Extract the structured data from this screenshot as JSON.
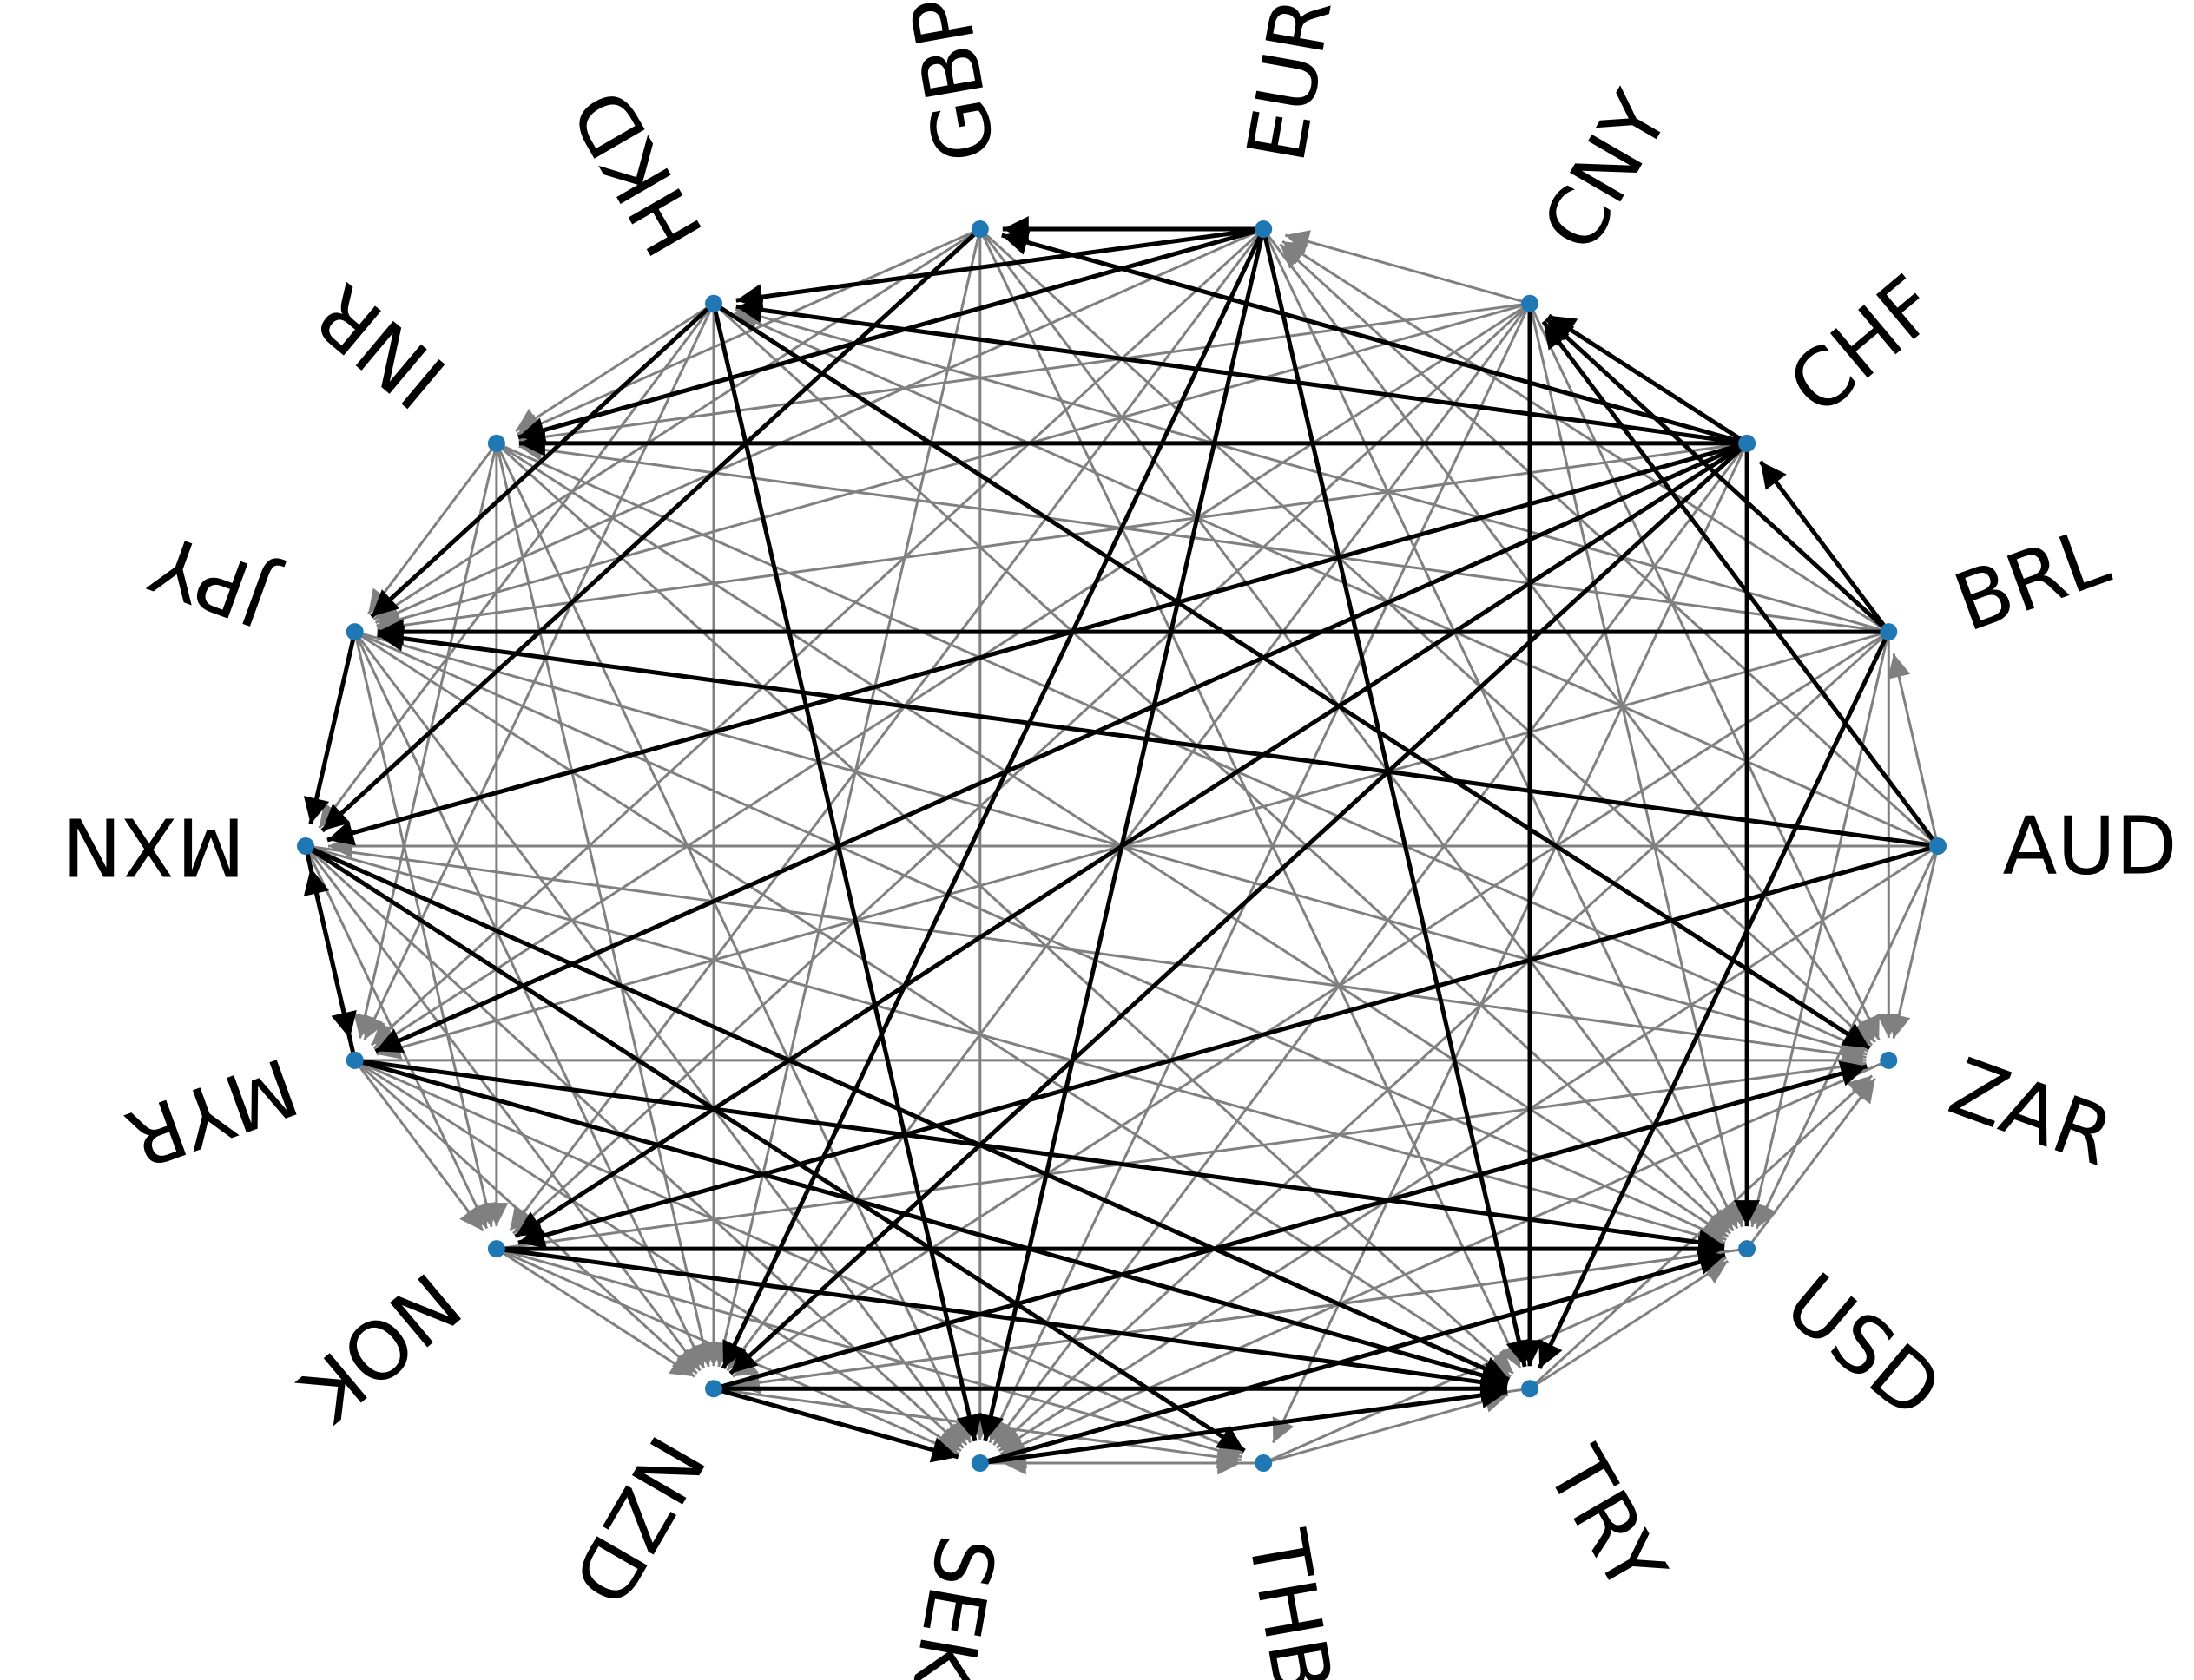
{
  "diagram": {
    "type": "directed-network",
    "colors": {
      "node": "#1f77b4",
      "label": "#000000",
      "strong_edge": "#000000",
      "weak_edge": "#808080",
      "background": "#ffffff"
    },
    "nodes": [
      {
        "id": "AUD",
        "label": "AUD"
      },
      {
        "id": "BRL",
        "label": "BRL"
      },
      {
        "id": "CHF",
        "label": "CHF"
      },
      {
        "id": "CNY",
        "label": "CNY"
      },
      {
        "id": "EUR",
        "label": "EUR"
      },
      {
        "id": "GBP",
        "label": "GBP"
      },
      {
        "id": "HKD",
        "label": "HKD"
      },
      {
        "id": "INR",
        "label": "INR"
      },
      {
        "id": "JPY",
        "label": "JPY"
      },
      {
        "id": "MXN",
        "label": "MXN"
      },
      {
        "id": "MYR",
        "label": "MYR"
      },
      {
        "id": "NOK",
        "label": "NOK"
      },
      {
        "id": "NZD",
        "label": "NZD"
      },
      {
        "id": "SEK",
        "label": "SEK"
      },
      {
        "id": "THB",
        "label": "THB"
      },
      {
        "id": "TRY",
        "label": "TRY"
      },
      {
        "id": "USD",
        "label": "USD"
      },
      {
        "id": "ZAR",
        "label": "ZAR"
      }
    ],
    "strong_edges": [
      [
        "EUR",
        "GBP"
      ],
      [
        "EUR",
        "HKD"
      ],
      [
        "EUR",
        "INR"
      ],
      [
        "EUR",
        "SEK"
      ],
      [
        "EUR",
        "TRY"
      ],
      [
        "EUR",
        "NZD"
      ],
      [
        "GBP",
        "MXN"
      ],
      [
        "HKD",
        "JPY"
      ],
      [
        "HKD",
        "SEK"
      ],
      [
        "HKD",
        "ZAR"
      ],
      [
        "CHF",
        "HKD"
      ],
      [
        "CHF",
        "GBP"
      ],
      [
        "CHF",
        "CNY"
      ],
      [
        "CHF",
        "INR"
      ],
      [
        "CHF",
        "MXN"
      ],
      [
        "CHF",
        "MYR"
      ],
      [
        "CHF",
        "USD"
      ],
      [
        "CHF",
        "NZD"
      ],
      [
        "CHF",
        "NOK"
      ],
      [
        "CNY",
        "TRY"
      ],
      [
        "BRL",
        "JPY"
      ],
      [
        "BRL",
        "CHF"
      ],
      [
        "BRL",
        "TRY"
      ],
      [
        "BRL",
        "CNY"
      ],
      [
        "AUD",
        "JPY"
      ],
      [
        "AUD",
        "CNY"
      ],
      [
        "AUD",
        "NOK"
      ],
      [
        "JPY",
        "MXN"
      ],
      [
        "MXN",
        "MYR"
      ],
      [
        "MXN",
        "THB"
      ],
      [
        "MXN",
        "TRY"
      ],
      [
        "MYR",
        "MXN"
      ],
      [
        "MYR",
        "USD"
      ],
      [
        "MYR",
        "TRY"
      ],
      [
        "NOK",
        "USD"
      ],
      [
        "NOK",
        "TRY"
      ],
      [
        "NZD",
        "SEK"
      ],
      [
        "NZD",
        "TRY"
      ],
      [
        "NZD",
        "ZAR"
      ],
      [
        "SEK",
        "TRY"
      ],
      [
        "SEK",
        "USD"
      ]
    ],
    "weak_edges": [
      [
        "AUD",
        "BRL"
      ],
      [
        "AUD",
        "ZAR"
      ],
      [
        "AUD",
        "USD"
      ],
      [
        "AUD",
        "MXN"
      ],
      [
        "AUD",
        "HKD"
      ],
      [
        "AUD",
        "SEK"
      ],
      [
        "AUD",
        "EUR"
      ],
      [
        "BRL",
        "HKD"
      ],
      [
        "BRL",
        "INR"
      ],
      [
        "BRL",
        "NZD"
      ],
      [
        "BRL",
        "SEK"
      ],
      [
        "BRL",
        "MYR"
      ],
      [
        "BRL",
        "ZAR"
      ],
      [
        "BRL",
        "USD"
      ],
      [
        "BRL",
        "EUR"
      ],
      [
        "CHF",
        "JPY"
      ],
      [
        "CHF",
        "SEK"
      ],
      [
        "CHF",
        "THB"
      ],
      [
        "CNY",
        "MYR"
      ],
      [
        "CNY",
        "NZD"
      ],
      [
        "CNY",
        "SEK"
      ],
      [
        "CNY",
        "USD"
      ],
      [
        "CNY",
        "ZAR"
      ],
      [
        "CNY",
        "NOK"
      ],
      [
        "CNY",
        "EUR"
      ],
      [
        "CNY",
        "JPY"
      ],
      [
        "CNY",
        "INR"
      ],
      [
        "EUR",
        "USD"
      ],
      [
        "EUR",
        "ZAR"
      ],
      [
        "EUR",
        "NOK"
      ],
      [
        "EUR",
        "MYR"
      ],
      [
        "EUR",
        "JPY"
      ],
      [
        "GBP",
        "NZD"
      ],
      [
        "GBP",
        "USD"
      ],
      [
        "GBP",
        "ZAR"
      ],
      [
        "GBP",
        "TRY"
      ],
      [
        "GBP",
        "SEK"
      ],
      [
        "GBP",
        "JPY"
      ],
      [
        "GBP",
        "INR"
      ],
      [
        "HKD",
        "NZD"
      ],
      [
        "HKD",
        "USD"
      ],
      [
        "HKD",
        "MXN"
      ],
      [
        "HKD",
        "MYR"
      ],
      [
        "HKD",
        "INR"
      ],
      [
        "INR",
        "SEK"
      ],
      [
        "INR",
        "NZD"
      ],
      [
        "INR",
        "USD"
      ],
      [
        "INR",
        "TRY"
      ],
      [
        "INR",
        "MYR"
      ],
      [
        "INR",
        "ZAR"
      ],
      [
        "INR",
        "NOK"
      ],
      [
        "INR",
        "JPY"
      ],
      [
        "JPY",
        "NZD"
      ],
      [
        "JPY",
        "SEK"
      ],
      [
        "JPY",
        "ZAR"
      ],
      [
        "JPY",
        "USD"
      ],
      [
        "JPY",
        "NOK"
      ],
      [
        "JPY",
        "TRY"
      ],
      [
        "MXN",
        "NOK"
      ],
      [
        "MXN",
        "SEK"
      ],
      [
        "MXN",
        "ZAR"
      ],
      [
        "MXN",
        "NZD"
      ],
      [
        "MXN",
        "USD"
      ],
      [
        "MYR",
        "NOK"
      ],
      [
        "MYR",
        "NZD"
      ],
      [
        "MYR",
        "SEK"
      ],
      [
        "MYR",
        "ZAR"
      ],
      [
        "MYR",
        "THB"
      ],
      [
        "NOK",
        "NZD"
      ],
      [
        "NOK",
        "SEK"
      ],
      [
        "NOK",
        "THB"
      ],
      [
        "NOK",
        "ZAR"
      ],
      [
        "NZD",
        "THB"
      ],
      [
        "NZD",
        "USD"
      ],
      [
        "SEK",
        "THB"
      ],
      [
        "THB",
        "SEK"
      ],
      [
        "THB",
        "TRY"
      ],
      [
        "THB",
        "USD"
      ],
      [
        "TRY",
        "USD"
      ],
      [
        "TRY",
        "ZAR"
      ],
      [
        "TRY",
        "SEK"
      ],
      [
        "USD",
        "ZAR"
      ],
      [
        "USD",
        "NZD"
      ],
      [
        "ZAR",
        "SEK"
      ]
    ]
  }
}
